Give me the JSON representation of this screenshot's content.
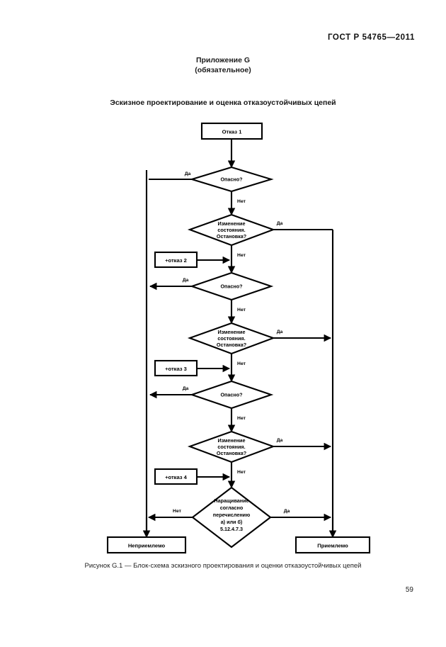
{
  "document": {
    "standard_header": "ГОСТ Р 54765—2011",
    "annex_title": "Приложение G",
    "annex_subtitle": "(обязательное)",
    "section_title": "Эскизное проектирование и оценка отказоустойчивых цепей",
    "figure_caption": "Рисунок G.1 — Блок-схема эскизного проектирования и оценки отказоустойчивых цепей",
    "page_number": "59"
  },
  "colors": {
    "ink": "#000000",
    "paper": "#ffffff"
  },
  "flowchart": {
    "start": {
      "label": "Отказ 1"
    },
    "injections": [
      {
        "label": "+отказ 2"
      },
      {
        "label": "+отказ 3"
      },
      {
        "label": "+отказ 4"
      }
    ],
    "decisions": [
      {
        "id": "hazard1",
        "lines": [
          "Опасно?"
        ],
        "yes": "Да",
        "no": "Нет"
      },
      {
        "id": "stop1",
        "lines": [
          "Изменение",
          "состояния.",
          "Остановка?"
        ],
        "yes": "Да",
        "no": "Нет"
      },
      {
        "id": "hazard2",
        "lines": [
          "Опасно?"
        ],
        "yes": "Да",
        "no": "Нет"
      },
      {
        "id": "stop2",
        "lines": [
          "Изменение",
          "состояния.",
          "Остановка?"
        ],
        "yes": "Да",
        "no": "Нет"
      },
      {
        "id": "hazard3",
        "lines": [
          "Опасно?"
        ],
        "yes": "Да",
        "no": "Нет"
      },
      {
        "id": "stop3",
        "lines": [
          "Изменение",
          "состояния.",
          "Остановка?"
        ],
        "yes": "Да",
        "no": "Нет"
      },
      {
        "id": "growth",
        "lines": [
          "Наращивание",
          "согласно",
          "перечислению",
          "а) или б)",
          "5.12.4.7.3"
        ],
        "yes": "Да",
        "no": "Нет"
      }
    ],
    "terminals": [
      {
        "id": "reject",
        "label": "Неприемлемо"
      },
      {
        "id": "accept",
        "label": "Приемлемо"
      }
    ]
  }
}
